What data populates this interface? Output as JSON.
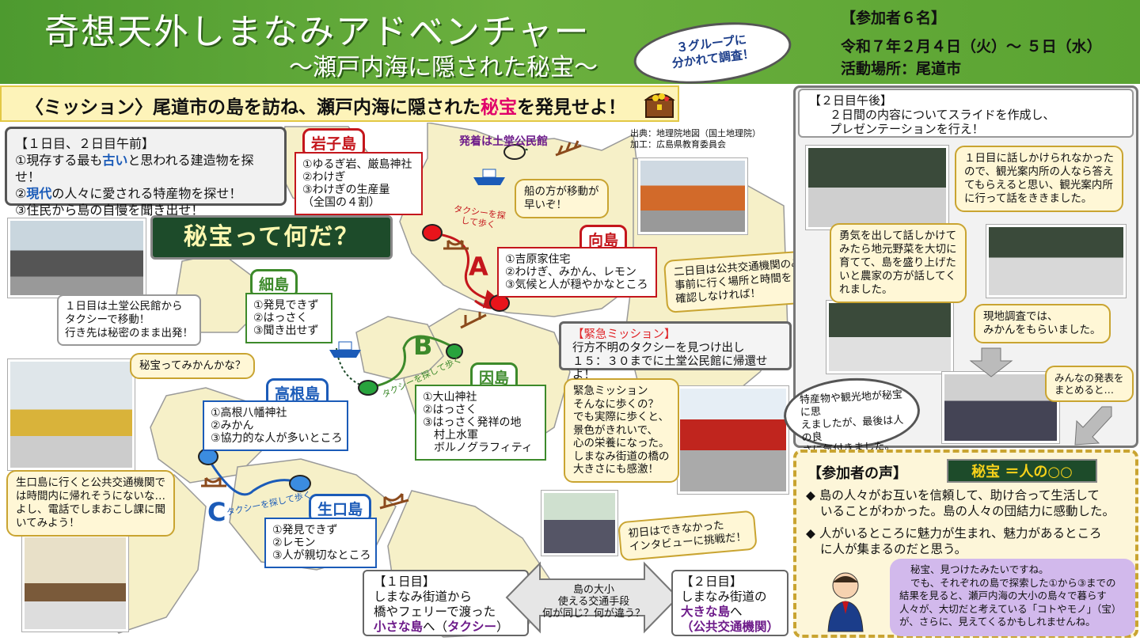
{
  "header": {
    "title": "奇想天外しまなみアドベンチャー",
    "subtitle": "〜瀬戸内海に隠された秘宝〜",
    "participants": "【参加者６名】",
    "dates": "令和７年２月４日（火）〜 ５日（水）",
    "location": "活動場所：尾道市",
    "group_bubble_line1": "３グループに",
    "group_bubble_line2": "分かれて調査！"
  },
  "mission": {
    "prefix": "〈ミッション〉尾道市の島を訪ね、瀬戸内海に隠された",
    "highlight": "秘宝",
    "suffix": "を発見せよ！"
  },
  "day1": {
    "heading": "【１日目、２日目午前】",
    "item1_pre": "①現存する最も",
    "item1_hl": "古い",
    "item1_post": "と思われる建造物を探せ！",
    "item2_pre": "②",
    "item2_hl": "現代",
    "item2_post": "の人々に愛される特産物を探せ！",
    "item3": "③住民から島の自慢を聞き出せ！"
  },
  "source": {
    "line1": "出典：地理院地図（国土地理院）",
    "line2": "加工：広島県教育委員会"
  },
  "map": {
    "start_label": "発着は土堂公民館",
    "himitsu": "秘宝って何だ？",
    "route_a": "A",
    "route_b": "B",
    "route_c": "C",
    "taxi_a": "タクシーを探して歩く",
    "taxi_b": "タクシーを探して歩く",
    "taxi_c": "タクシーを探して歩く"
  },
  "islands": {
    "iwashi": {
      "name": "岩子島",
      "l1": "①ゆるぎ岩、厳島神社",
      "l2": "②わけぎ",
      "l3": "③わけぎの生産量",
      "l4": "（全国の４割）"
    },
    "mukai": {
      "name": "向島",
      "l1": "①吉原家住宅",
      "l2": "②わけぎ、みかん、レモン",
      "l3": "③気候と人が穏やかなところ"
    },
    "hoso": {
      "name": "細島",
      "l1": "①発見できず",
      "l2": "②はっさく",
      "l3": "③聞き出せず"
    },
    "takane": {
      "name": "高根島",
      "l1": "①高根八幡神社",
      "l2": "②みかん",
      "l3": "③協力的な人が多いところ"
    },
    "in": {
      "name": "因島",
      "l1": "①大山神社",
      "l2": "②はっさく",
      "l3": "③はっさく発祥の地",
      "l4": "村上水軍",
      "l5": "ボルノグラフィティ"
    },
    "ikuchi": {
      "name": "生口島",
      "l1": "①発見できず",
      "l2": "②レモン",
      "l3": "③人が親切なところ"
    }
  },
  "notes": {
    "taxi_note_l1": "１日目は土堂公民館から",
    "taxi_note_l2": "タクシーで移動！",
    "taxi_note_l3": "行き先は秘密のまま出発！",
    "mikan_bubble": "秘宝ってみかんかな？",
    "ship_bubble_l1": "船の方が移動が",
    "ship_bubble_l2": "早いぞ！",
    "day2_transit_l1": "二日目は公共交通機関のみ。",
    "day2_transit_l2": "事前に行く場所と時間を",
    "day2_transit_l3": "確認しなければ！",
    "ikuchi_note_l1": "生口島に行くと公共交通機関で",
    "ikuchi_note_l2": "は時間内に帰れそうにないな…",
    "ikuchi_note_l3": "よし、電話でしまおこし課に聞",
    "ikuchi_note_l4": "いてみよう！",
    "walk_bubble_l1": "緊急ミッション",
    "walk_bubble_l2": "そんなに歩くの？",
    "walk_bubble_l3": "でも実際に歩くと、",
    "walk_bubble_l4": "景色がきれいで、",
    "walk_bubble_l5": "心の栄養になった。",
    "walk_bubble_l6": "しまなみ街道の橋の",
    "walk_bubble_l7": "大きさにも感激！",
    "interview_l1": "初日はできなかった",
    "interview_l2": "インタビューに挑戦だ！"
  },
  "emergency": {
    "title": "【緊急ミッション】",
    "l1": "行方不明のタクシーを見つけ出し",
    "l2": "１５：３０までに土堂公民館に帰還せよ！"
  },
  "compare": {
    "day1_title": "【１日目】",
    "day1_l1": "しまなみ街道から",
    "day1_l2": "橋やフェリーで渡った",
    "day1_hl1": "小さな島",
    "day1_mid": "へ（",
    "day1_hl2": "タクシー",
    "day1_end": "）",
    "arrow_l1": "島の大小",
    "arrow_l2": "使える交通手段",
    "arrow_l3": "何が同じ？何が違う？",
    "day2_title": "【２日目】",
    "day2_l1": "しまなみ街道の",
    "day2_hl1": "大きな島",
    "day2_mid": "へ",
    "day2_hl2": "（公共交通機関）"
  },
  "right": {
    "day2pm_title": "【２日目午後】",
    "day2pm_l1": "２日間の内容についてスライドを作成し、",
    "day2pm_l2": "プレゼンテーションを行え！",
    "b1_l1": "１日目に話しかけられなかった",
    "b1_l2": "ので、観光案内所の人なら答え",
    "b1_l3": "てもらえると思い、観光案内所",
    "b1_l4": "に行って話をききました。",
    "b2_l1": "勇気を出して話しかけて",
    "b2_l2": "みたら地元野菜を大切に",
    "b2_l3": "育てて、島を盛り上げた",
    "b2_l4": "いと農家の方が話してく",
    "b2_l5": "れました。",
    "b3_l1": "現地調査では、",
    "b3_l2": "みかんをもらいました。",
    "b4_l1": "みんなの発表を",
    "b4_l2": "まとめると…",
    "big_l1": "特産物や観光地が秘宝に思",
    "big_l2": "えましたが、最後は人の良",
    "big_l3": "さに気付きました。"
  },
  "voices": {
    "title": "【参加者の声】",
    "banner": "秘宝 ＝人の○○",
    "v1_l1": "◆ 島の人々がお互いを信頼して、助け合って生活して",
    "v1_l2": "いることがわかった。島の人々の団結力に感動した。",
    "v2_l1": "◆ 人がいるところに魅力が生まれ、魅力があるところ",
    "v2_l2": "に人が集まるのだと思う。",
    "p_l1": "秘宝、見つけたみたいですね。",
    "p_l2": "でも、それぞれの島で探索した①から③までの",
    "p_l3": "結果を見ると、瀬戸内海の大小の島々で暮らす",
    "p_l4": "人々が、大切だと考えている「コトやモノ」（宝）",
    "p_l5": "が、さらに、見えてくるかもしれませんね。"
  },
  "colors": {
    "header_green": "#5aa332",
    "red_label": "#c4161c",
    "blue_label": "#1b5bb8",
    "green_label": "#3d8a2b",
    "secret_text": "#e0006a",
    "purple_text": "#6d1b8a"
  }
}
